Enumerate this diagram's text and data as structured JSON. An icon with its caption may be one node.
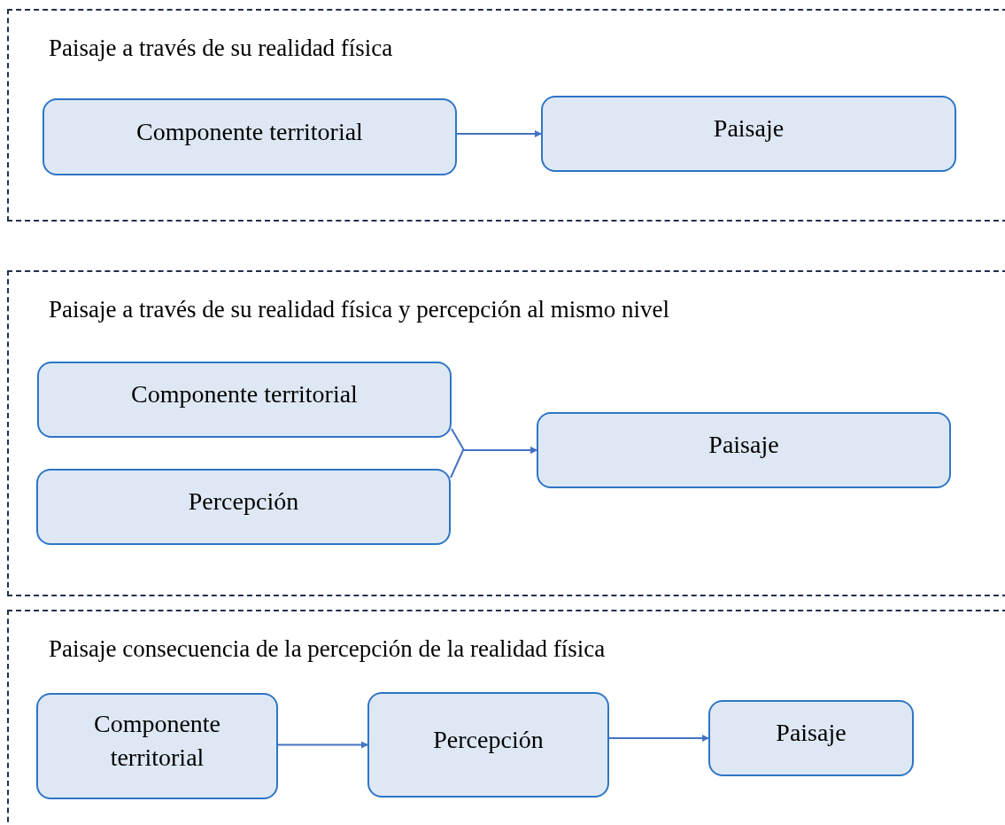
{
  "diagram": {
    "nodes": [
      {
        "text": [
          "Paisaje a través de su realidad física"
        ]
      },
      {
        "text": [
          "Componente territorial"
        ],
        "in": 0
      },
      {
        "text": [
          "Paisaje"
        ],
        "in": 0
      },
      {
        "text": [
          "Paisaje a través de su realidad física y percepción al mismo nivel"
        ]
      },
      {
        "text": [
          "Componente territorial"
        ],
        "in": 3
      },
      {
        "text": [
          "Percepción"
        ],
        "in": 3
      },
      {
        "text": [
          "Paisaje"
        ],
        "in": 3
      },
      {
        "text": [
          "Paisaje consecuencia de la percepción de la realidad física"
        ]
      },
      {
        "text": [
          "Componente territorial"
        ],
        "in": 7
      },
      {
        "text": [
          "Percepción"
        ],
        "in": 7
      },
      {
        "text": [
          "Paisaje"
        ],
        "in": 7
      }
    ],
    "edges": [
      {
        "from": 1,
        "to": 2,
        "arrow": "to"
      },
      {
        "from": 4,
        "to": 6,
        "arrow": "to"
      },
      {
        "from": 5,
        "to": 6,
        "arrow": "to"
      },
      {
        "from": 8,
        "to": 9,
        "arrow": "to"
      },
      {
        "from": 9,
        "to": 10,
        "arrow": "to"
      }
    ]
  }
}
